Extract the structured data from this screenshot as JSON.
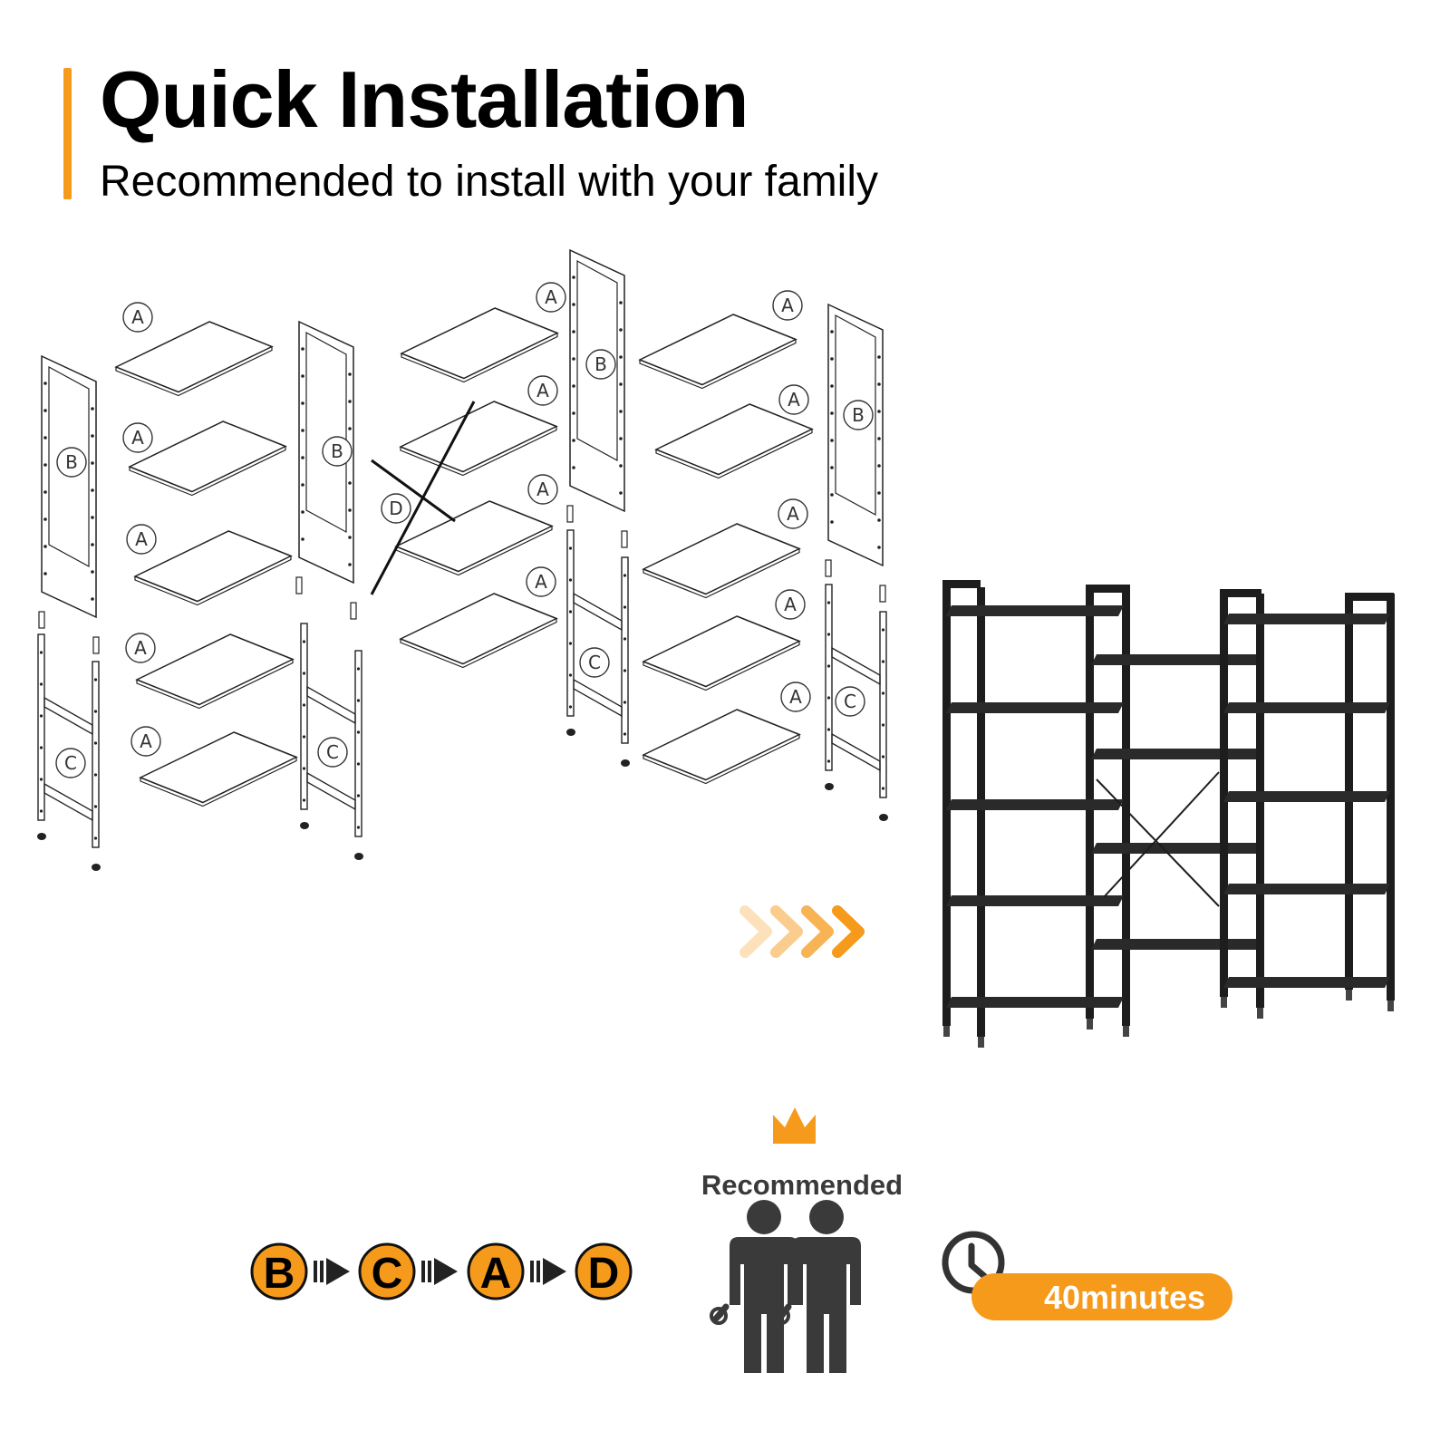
{
  "header": {
    "title": "Quick Installation",
    "subtitle": "Recommended to install with your family"
  },
  "parts": {
    "panel": "A",
    "frame_top": "B",
    "frame_bottom": "C",
    "cross_brace": "D"
  },
  "steps": [
    "B",
    "C",
    "A",
    "D"
  ],
  "recommended": {
    "label": "Recommended",
    "icon": "crown-icon",
    "people_icon": "two-people-with-wrenches-icon"
  },
  "time": {
    "label": "40minutes",
    "icon": "clock-icon"
  },
  "colors": {
    "accent": "#f59a1b",
    "text": "#000000",
    "figure": "#3a3a3a",
    "shelf": "#1d1d1d"
  }
}
